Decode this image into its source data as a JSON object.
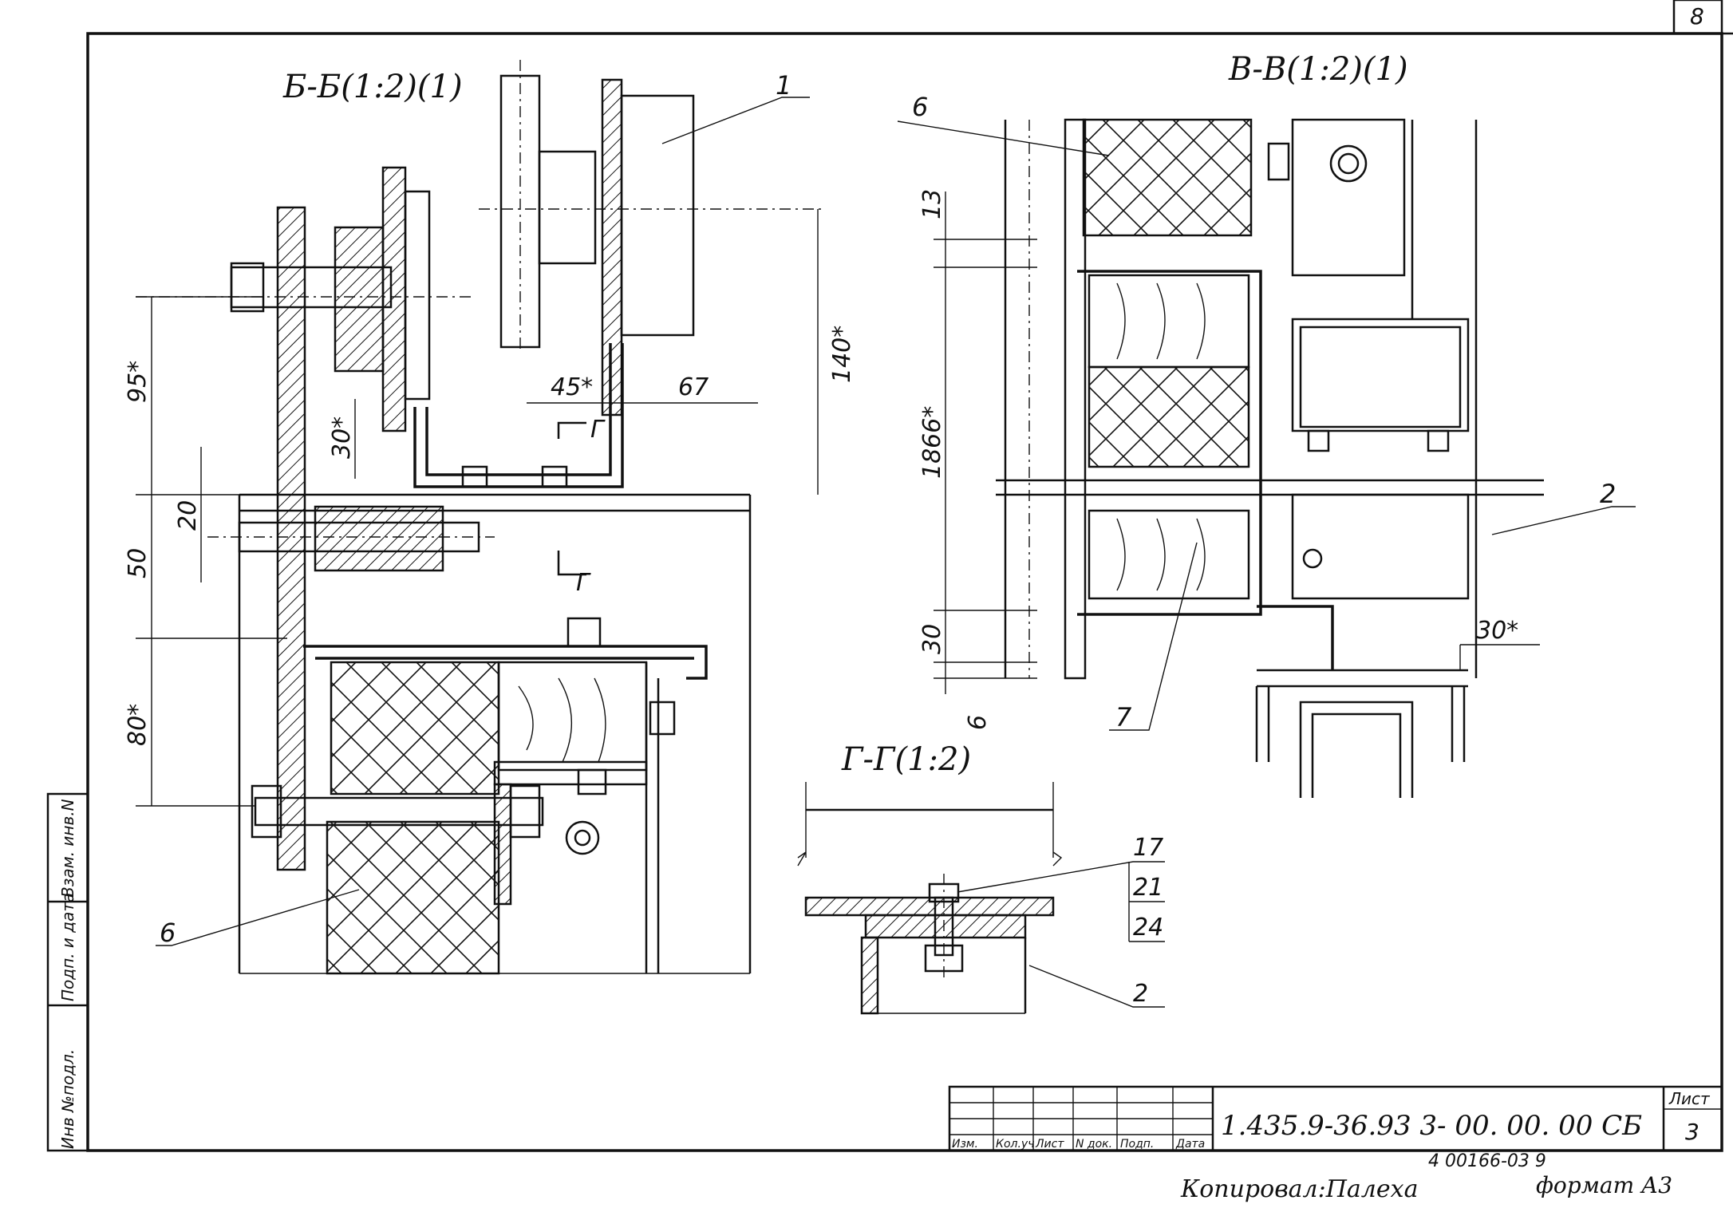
{
  "sheet": {
    "corner_number": "8",
    "page_label_header": "Лист",
    "page_number": "3",
    "document_code": "1.435.9-36.93 3- 00. 00. 00 СБ",
    "inventory_code": "4 00166-03  9",
    "copied_by": "Копировал:Палеха",
    "format": "формат А3"
  },
  "title_block": {
    "columns": [
      "Изм.",
      "Кол.уч",
      "Лист",
      "N док.",
      "Подп.",
      "Дата"
    ]
  },
  "side_stamp": {
    "cells": [
      "Инв №подл.",
      "Подп. и дата",
      "Взам. инв.N"
    ]
  },
  "sections": {
    "b_b": {
      "title": "Б-Б(1:2)(1)",
      "dimensions": [
        "95*",
        "30*",
        "20",
        "50",
        "80*",
        "45*",
        "67",
        "140*"
      ],
      "cut_label": "Г",
      "callouts": [
        "1",
        "6"
      ]
    },
    "v_v": {
      "title": "В-В(1:2)(1)",
      "dimensions": [
        "13",
        "1866*",
        "30",
        "6",
        "30*"
      ],
      "callouts": [
        "6",
        "2",
        "7"
      ]
    },
    "g_g": {
      "title": "Г-Г(1:2)",
      "callouts": [
        "17",
        "21",
        "24",
        "2"
      ]
    }
  }
}
